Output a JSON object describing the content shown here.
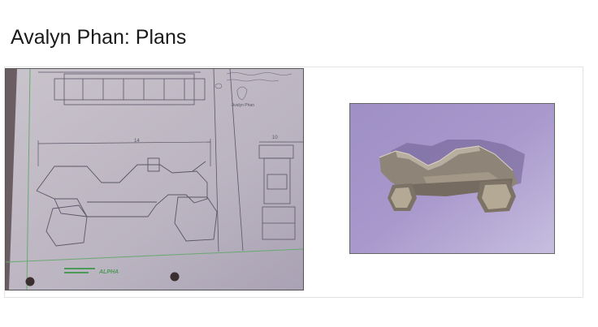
{
  "slide": {
    "title": "Avalyn Phan: Plans"
  },
  "images": {
    "plans_photo": {
      "icon": "photo-icon",
      "handwriting": [
        "Avalyn Phan"
      ],
      "measurements": [
        "14",
        "10"
      ],
      "logo_text": "ALPHA"
    },
    "model_photo": {
      "icon": "photo-icon"
    }
  },
  "colors": {
    "paper": "#bdb7c2",
    "pencil": "#5a5666",
    "margin_line": "#6aa870",
    "model_background": "#a495c8",
    "cardboard": "#8f8478"
  }
}
